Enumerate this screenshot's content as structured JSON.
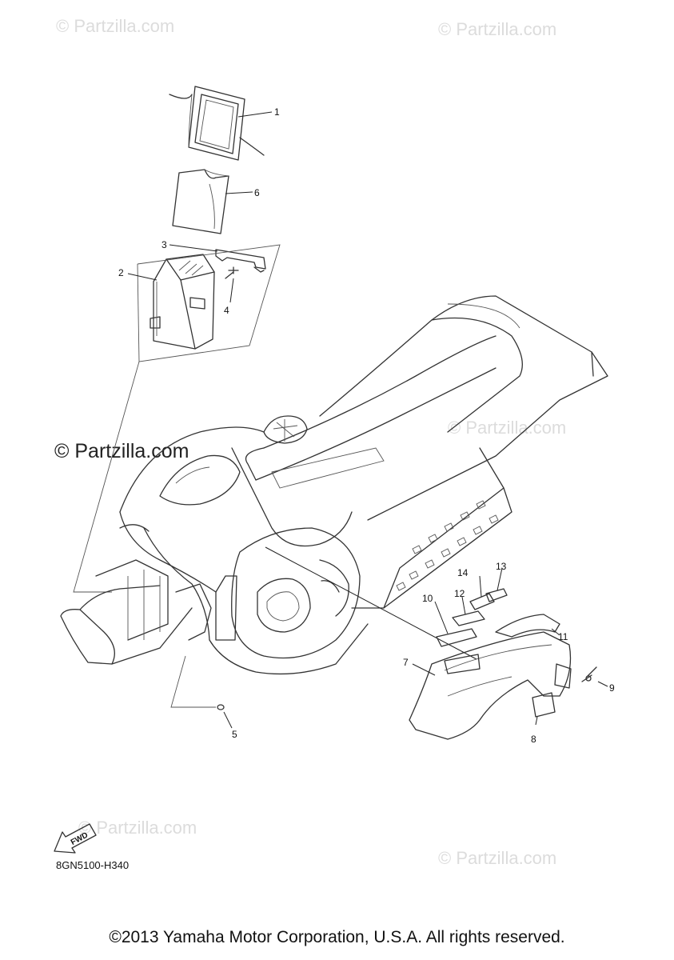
{
  "watermark": "© Partzilla.com",
  "callouts": {
    "c1": "1",
    "c2": "2",
    "c3": "3",
    "c4": "4",
    "c5": "5",
    "c6": "6",
    "c7": "7",
    "c8": "8",
    "c9": "9",
    "c10": "10",
    "c11": "11",
    "c12": "12",
    "c13": "13",
    "c14": "14"
  },
  "fwd_label": "FWD",
  "diagram_code": "8GN5100-H340",
  "copyright": "©2013 Yamaha Motor Corporation, U.S.A. All rights reserved."
}
